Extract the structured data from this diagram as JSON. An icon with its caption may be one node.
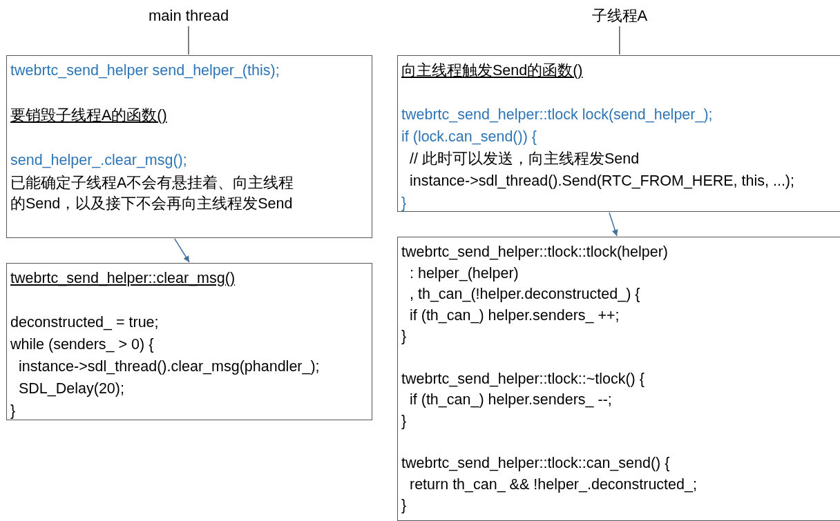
{
  "diagram": {
    "nodes": [
      {
        "text": [
          "main thread"
        ]
      },
      {
        "text": [
          "twebrtc_send_helper send_helper_(this);",
          "要销毁子线程A的函数()",
          "send_helper_.clear_msg();",
          "已能确定子线程A不会有悬挂着、向主线程的Send，以及接下不会再向主线程发Send"
        ]
      },
      {
        "text": [
          "twebrtc_send_helper::clear_msg()",
          "deconstructed_ = true;",
          "while (senders_ > 0) {",
          "instance->sdl_thread().clear_msg(phandler_);",
          "SDL_Delay(20);",
          "}"
        ]
      },
      {
        "text": [
          "子线程A"
        ]
      },
      {
        "text": [
          "向主线程触发Send的函数()",
          "twebrtc_send_helper::tlock lock(send_helper_);",
          "if (lock.can_send()) {",
          "// 此时可以发送，向主线程发Send",
          "instance->sdl_thread().Send(RTC_FROM_HERE, this, ...);",
          "}"
        ]
      },
      {
        "text": [
          "twebrtc_send_helper::tlock::tlock(helper)",
          ": helper_(helper)",
          ", th_can_(!helper.deconstructed_) {",
          "if (th_can_) helper.senders_ ++;",
          "}",
          "twebrtc_send_helper::tlock::~tlock() {",
          "if (th_can_) helper.senders_ --;",
          "}",
          "twebrtc_send_helper::tlock::can_send() {",
          "return th_can_ && !helper_.deconstructed_;",
          "}"
        ]
      }
    ],
    "edges": [
      {
        "from": 0,
        "to": 1,
        "arrow": "none"
      },
      {
        "from": 1,
        "to": 2,
        "arrow": "to"
      },
      {
        "from": 3,
        "to": 4,
        "arrow": "none"
      },
      {
        "from": 4,
        "to": 5,
        "arrow": "to"
      }
    ]
  }
}
